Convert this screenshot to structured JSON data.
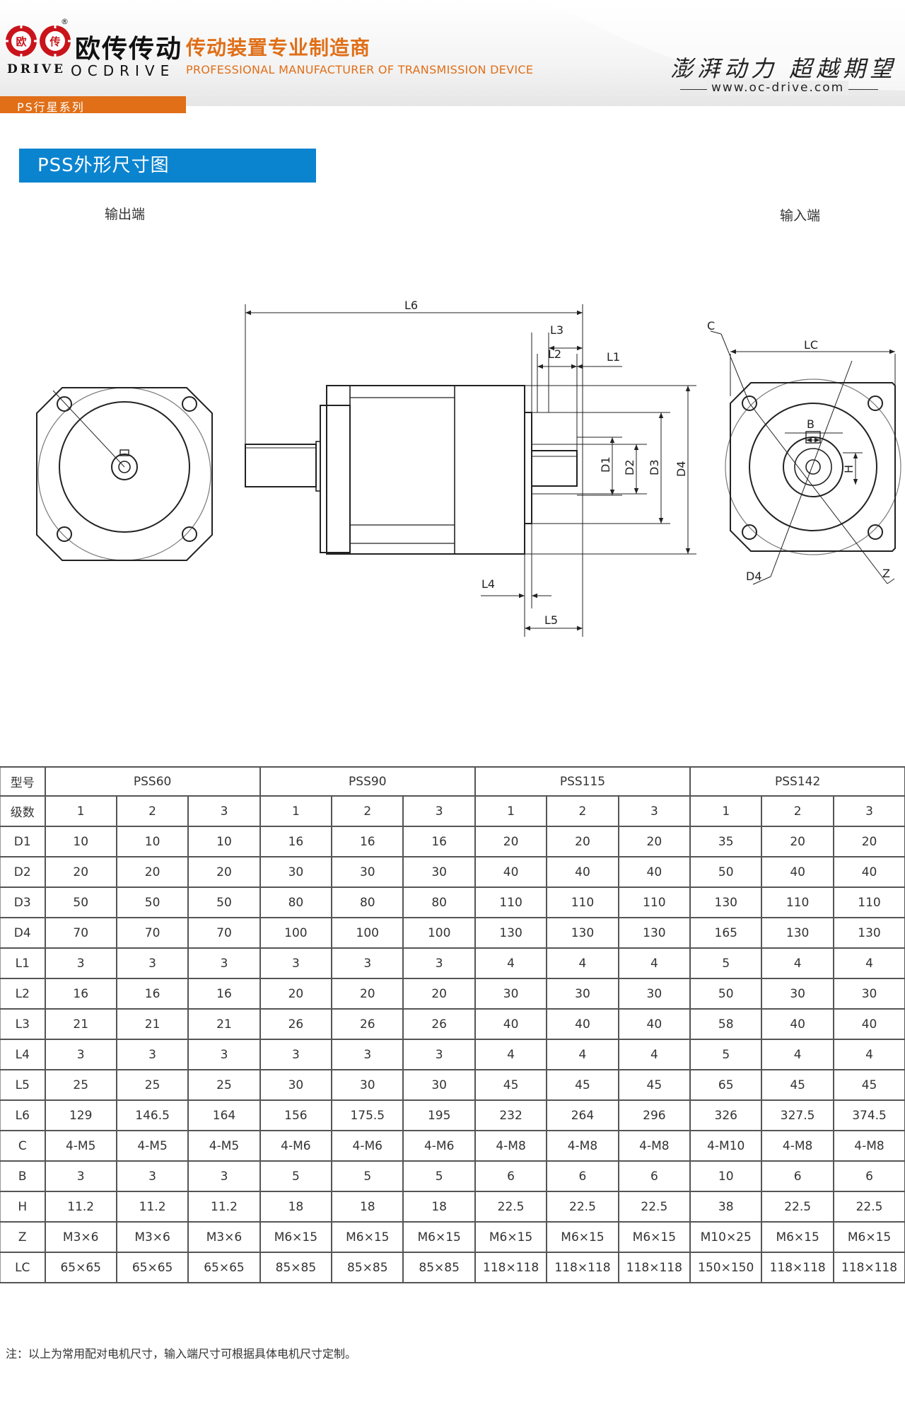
{
  "brand": {
    "logo_seal_left": "欧",
    "logo_seal_right": "传",
    "registered": "®",
    "name_cn": "欧传传动",
    "name_en_left": "DRIVE",
    "name_en_right": "OCDRIVE",
    "tagline_cn": "传动装置专业制造商",
    "tagline_en": "PROFESSIONAL MANUFACTURER OF TRANSMISSION DEVICE",
    "slogan": "澎湃动力 超越期望",
    "website": "www.oc-drive.com",
    "accent_color": "#e06f18",
    "title_blue": "#0b84d0"
  },
  "series_label": "PS行星系列",
  "section_title": "PSS外形尺寸图",
  "drawing": {
    "output_end_label": "输出端",
    "input_end_label": "输入端",
    "dims": {
      "L6": "L6",
      "L3": "L3",
      "L2": "L2",
      "L1": "L1",
      "L4": "L4",
      "L5": "L5",
      "D1": "D1",
      "D2": "D2",
      "D3": "D3",
      "D4": "D4",
      "C": "C",
      "LC": "LC",
      "B": "B",
      "H": "H",
      "D4_input": "D4",
      "Z": "Z"
    }
  },
  "table": {
    "model_header": "型号",
    "stage_header": "级数",
    "models": [
      "PSS60",
      "PSS90",
      "PSS115",
      "PSS142"
    ],
    "stages": [
      "1",
      "2",
      "3",
      "1",
      "2",
      "3",
      "1",
      "2",
      "3",
      "1",
      "2",
      "3"
    ],
    "rows": [
      {
        "label": "D1",
        "values": [
          "10",
          "10",
          "10",
          "16",
          "16",
          "16",
          "20",
          "20",
          "20",
          "35",
          "20",
          "20"
        ]
      },
      {
        "label": "D2",
        "values": [
          "20",
          "20",
          "20",
          "30",
          "30",
          "30",
          "40",
          "40",
          "40",
          "50",
          "40",
          "40"
        ]
      },
      {
        "label": "D3",
        "values": [
          "50",
          "50",
          "50",
          "80",
          "80",
          "80",
          "110",
          "110",
          "110",
          "130",
          "110",
          "110"
        ]
      },
      {
        "label": "D4",
        "values": [
          "70",
          "70",
          "70",
          "100",
          "100",
          "100",
          "130",
          "130",
          "130",
          "165",
          "130",
          "130"
        ]
      },
      {
        "label": "L1",
        "values": [
          "3",
          "3",
          "3",
          "3",
          "3",
          "3",
          "4",
          "4",
          "4",
          "5",
          "4",
          "4"
        ]
      },
      {
        "label": "L2",
        "values": [
          "16",
          "16",
          "16",
          "20",
          "20",
          "20",
          "30",
          "30",
          "30",
          "50",
          "30",
          "30"
        ]
      },
      {
        "label": "L3",
        "values": [
          "21",
          "21",
          "21",
          "26",
          "26",
          "26",
          "40",
          "40",
          "40",
          "58",
          "40",
          "40"
        ]
      },
      {
        "label": "L4",
        "values": [
          "3",
          "3",
          "3",
          "3",
          "3",
          "3",
          "4",
          "4",
          "4",
          "5",
          "4",
          "4"
        ]
      },
      {
        "label": "L5",
        "values": [
          "25",
          "25",
          "25",
          "30",
          "30",
          "30",
          "45",
          "45",
          "45",
          "65",
          "45",
          "45"
        ]
      },
      {
        "label": "L6",
        "values": [
          "129",
          "146.5",
          "164",
          "156",
          "175.5",
          "195",
          "232",
          "264",
          "296",
          "326",
          "327.5",
          "374.5"
        ]
      },
      {
        "label": "C",
        "values": [
          "4-M5",
          "4-M5",
          "4-M5",
          "4-M6",
          "4-M6",
          "4-M6",
          "4-M8",
          "4-M8",
          "4-M8",
          "4-M10",
          "4-M8",
          "4-M8"
        ]
      },
      {
        "label": "B",
        "values": [
          "3",
          "3",
          "3",
          "5",
          "5",
          "5",
          "6",
          "6",
          "6",
          "10",
          "6",
          "6"
        ]
      },
      {
        "label": "H",
        "values": [
          "11.2",
          "11.2",
          "11.2",
          "18",
          "18",
          "18",
          "22.5",
          "22.5",
          "22.5",
          "38",
          "22.5",
          "22.5"
        ]
      },
      {
        "label": "Z",
        "values": [
          "M3×6",
          "M3×6",
          "M3×6",
          "M6×15",
          "M6×15",
          "M6×15",
          "M6×15",
          "M6×15",
          "M6×15",
          "M10×25",
          "M6×15",
          "M6×15"
        ]
      },
      {
        "label": "LC",
        "values": [
          "65×65",
          "65×65",
          "65×65",
          "85×85",
          "85×85",
          "85×85",
          "118×118",
          "118×118",
          "118×118",
          "150×150",
          "118×118",
          "118×118"
        ]
      }
    ]
  },
  "note": "注：以上为常用配对电机尺寸，输入端尺寸可根据具体电机尺寸定制。"
}
